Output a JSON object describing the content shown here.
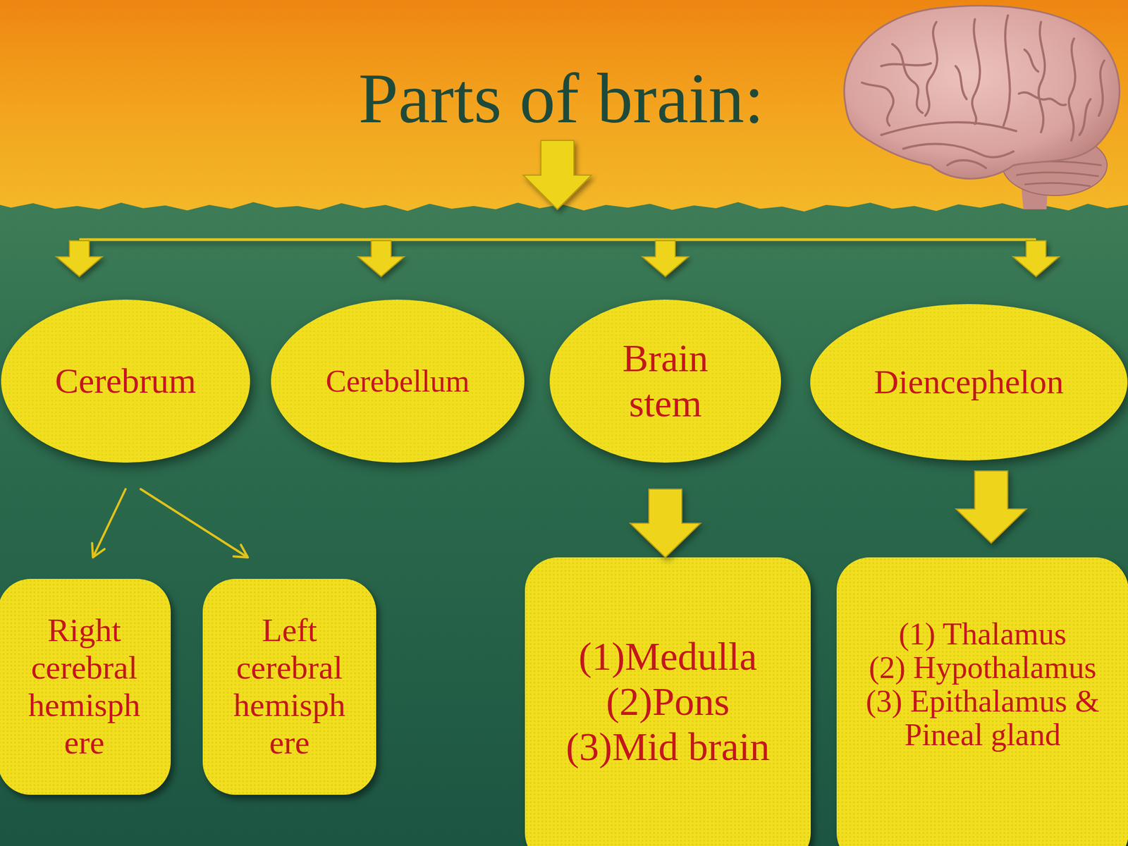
{
  "diagram": {
    "title": "Parts of brain:",
    "nodes": [
      {
        "text": [
          "Cerebrum"
        ]
      },
      {
        "text": [
          "Cerebellum"
        ]
      },
      {
        "text": [
          "Brain stem"
        ]
      },
      {
        "text": [
          "Diencephelon"
        ]
      },
      {
        "text": [
          "Right cerebral hemisphere"
        ]
      },
      {
        "text": [
          "Left cerebral hemisphere"
        ]
      },
      {
        "text": [
          "(1)Medulla",
          "(2)Pons",
          "(3)Mid brain"
        ]
      },
      {
        "text": [
          "(1) Thalamus",
          "(2) Hypothalamus",
          "(3) Epithalamus & Pineal gland"
        ]
      }
    ],
    "edges": [
      {
        "from": 0,
        "to": 4,
        "arrow": "to"
      },
      {
        "from": 0,
        "to": 5,
        "arrow": "to"
      },
      {
        "from": 2,
        "to": 6,
        "arrow": "to"
      },
      {
        "from": 3,
        "to": 7,
        "arrow": "to"
      }
    ]
  }
}
